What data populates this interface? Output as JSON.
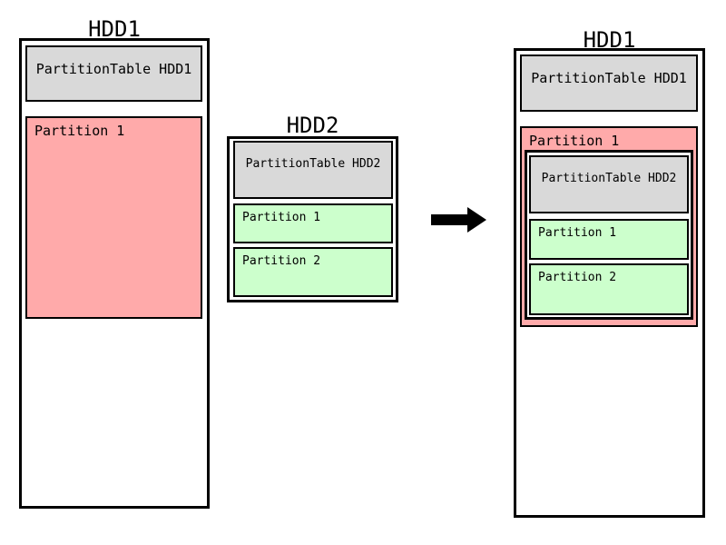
{
  "colors": {
    "background": "#ffffff",
    "border": "#000000",
    "partition_table_fill": "#d9d9d9",
    "hdd1_partition_fill": "#ffaaaa",
    "hdd2_partition_fill": "#ccffcc"
  },
  "left_disk": {
    "title": "HDD1",
    "partition_table": "PartitionTable HDD1",
    "partition1": "Partition 1"
  },
  "source_disk": {
    "title": "HDD2",
    "partition_table": "PartitionTable HDD2",
    "partition1": "Partition 1",
    "partition2": "Partition 2"
  },
  "arrow": {
    "icon": "arrow-right"
  },
  "result_disk": {
    "title": "HDD1",
    "partition_table": "PartitionTable HDD1",
    "partition1": "Partition 1",
    "embedded_disk": {
      "partition_table": "PartitionTable HDD2",
      "partition1": "Partition 1",
      "partition2": "Partition 2"
    }
  }
}
